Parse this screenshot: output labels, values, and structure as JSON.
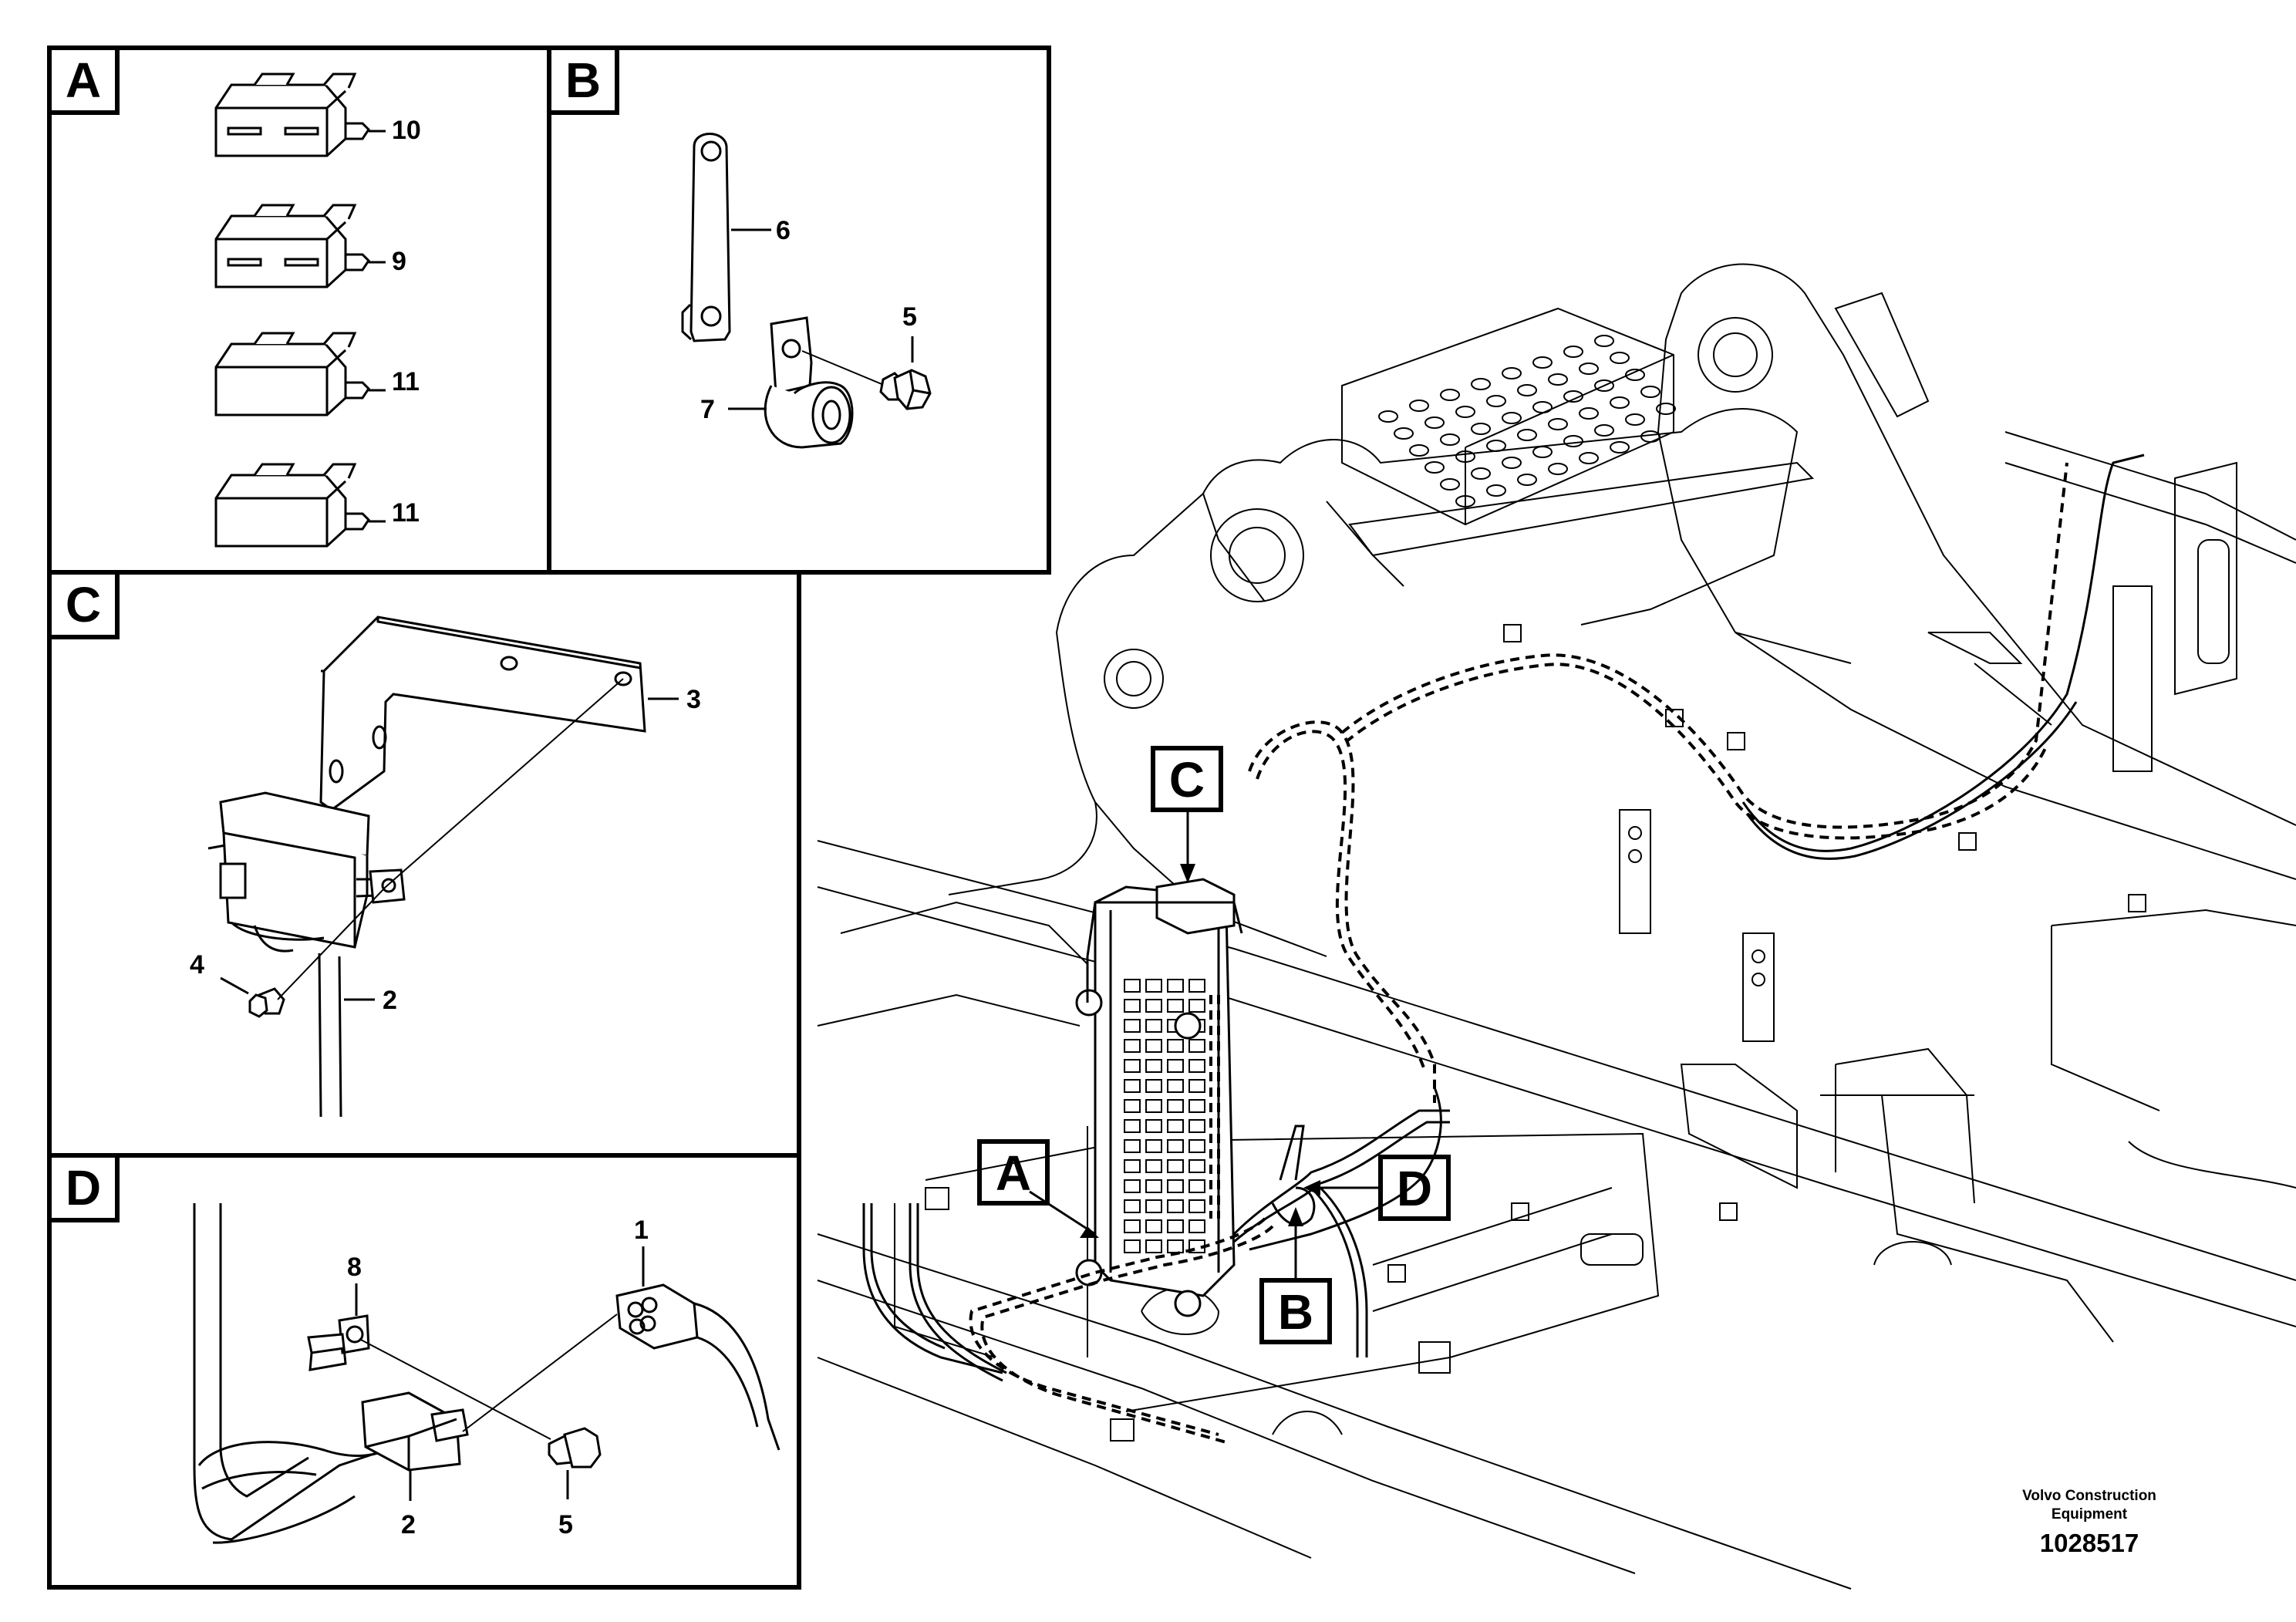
{
  "panels": {
    "a": {
      "letter": "A",
      "labels": [
        "10",
        "9",
        "11",
        "11"
      ]
    },
    "b": {
      "letter": "B",
      "labels": [
        "6",
        "5",
        "7"
      ]
    },
    "c": {
      "letter": "C",
      "labels": [
        "3",
        "4",
        "2"
      ]
    },
    "d": {
      "letter": "D",
      "labels": [
        "8",
        "1",
        "2",
        "5"
      ]
    }
  },
  "callouts": {
    "a": "A",
    "b": "B",
    "c": "C",
    "d": "D"
  },
  "footer": {
    "brand_line1": "Volvo Construction",
    "brand_line2": "Equipment",
    "drawing_number": "1028517"
  }
}
